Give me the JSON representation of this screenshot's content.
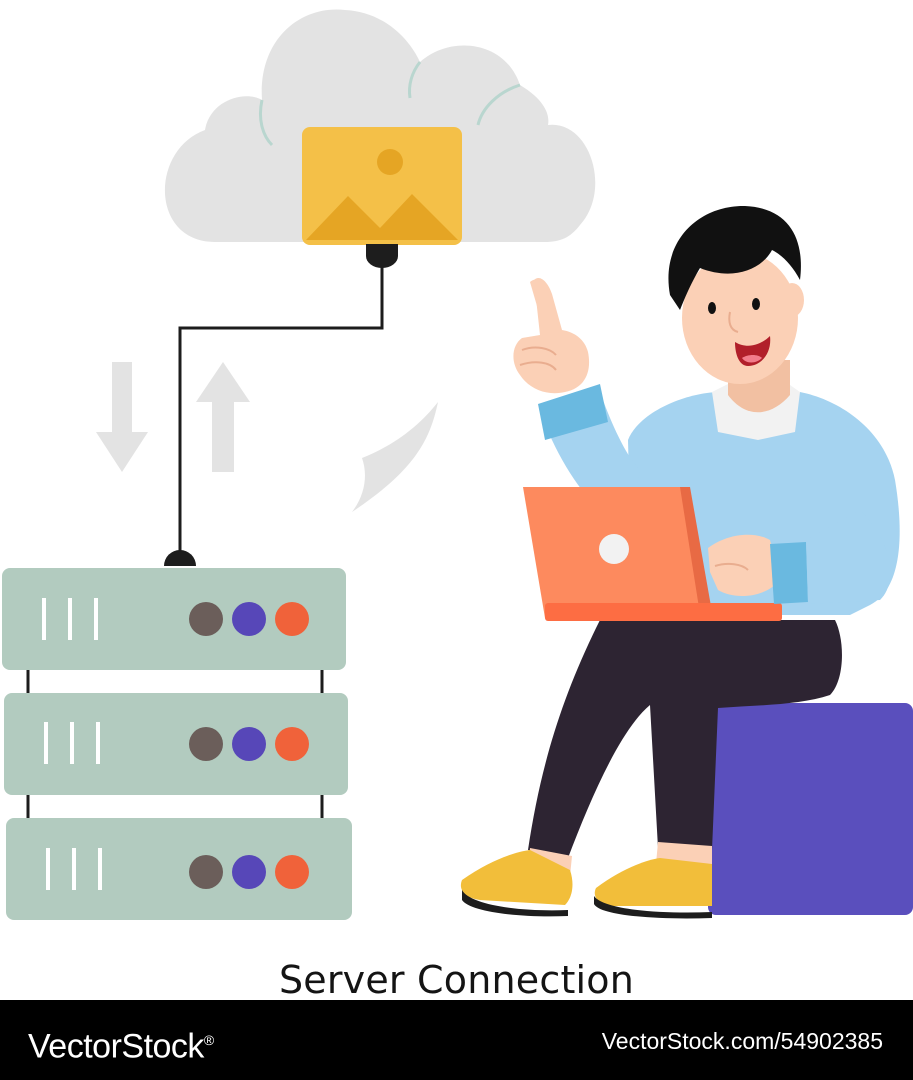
{
  "illustration": {
    "title": "Server Connection",
    "colors": {
      "cloud": "#e3e3e3",
      "image_card": "#f4c048",
      "server_rack": "#b2cbbf",
      "light_dark": "#6b5e5a",
      "light_purple": "#5747b8",
      "light_orange": "#f0623a",
      "sweater": "#a5d3f0",
      "laptop": "#fd8a5e",
      "pants": "#2d2432",
      "stool": "#5a4fbd",
      "shoes": "#f2be3a",
      "skin": "#fbd0b6",
      "hair": "#111111"
    },
    "icons": [
      "cloud-icon",
      "image-icon",
      "arrow-down-icon",
      "arrow-up-icon",
      "server-rack-icon",
      "laptop-icon"
    ]
  },
  "footer": {
    "brand": "VectorStock",
    "brand_mark": "®",
    "stock_id": "VectorStock.com/54902385"
  }
}
